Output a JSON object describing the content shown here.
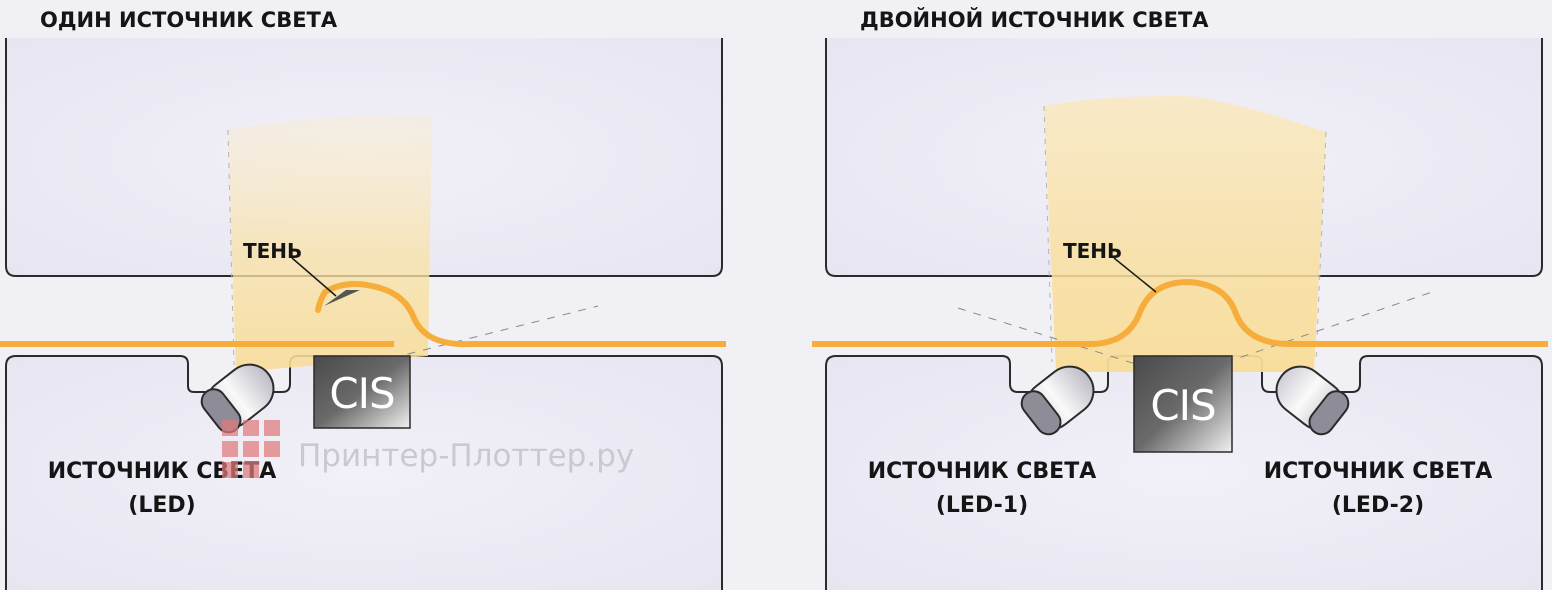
{
  "left_panel": {
    "title": "ОДИН ИСТОЧНИК СВЕТА",
    "shadow_label": "ТЕНЬ",
    "sensor_label": "CIS",
    "light_source": {
      "line1": "ИСТОЧНИК СВЕТА",
      "line2": "(LED)"
    }
  },
  "right_panel": {
    "title": "ДВОЙНОЙ ИСТОЧНИК СВЕТА",
    "shadow_label": "ТЕНЬ",
    "sensor_label": "CIS",
    "light_source_1": {
      "line1": "ИСТОЧНИК СВЕТА",
      "line2": "(LED-1)"
    },
    "light_source_2": {
      "line1": "ИСТОЧНИК СВЕТА",
      "line2": "(LED-2)"
    }
  },
  "watermark": {
    "text": "Принтер-Плоттер.ру"
  },
  "colors": {
    "background": "#f1f0f5",
    "panel_fill": "#ebe9f3",
    "panel_stroke": "#2b2b2b",
    "document_line": "#f6ad3c",
    "light_beam": "#f9e6b3",
    "shadow": "#555555",
    "watermark_logo": "#e07b7b"
  }
}
